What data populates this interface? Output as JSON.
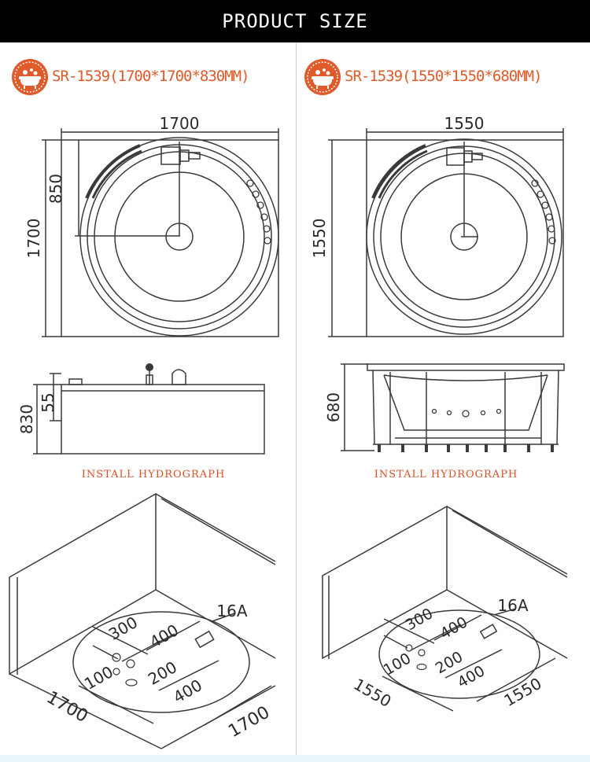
{
  "header": {
    "title": "PRODUCT SIZE"
  },
  "models": [
    {
      "title": "SR-1539(1700*1700*830MM)",
      "plan": {
        "width": "1700",
        "half": "850",
        "depth": "1700"
      },
      "side": {
        "height": "830",
        "rim": "55"
      },
      "caption": "INSTALL HYDROGRAPH",
      "install": {
        "d300": "300",
        "d400a": "400",
        "d100": "100",
        "d200": "200",
        "d400b": "400",
        "power": "16A",
        "wall1": "1700",
        "wall2": "1700"
      }
    },
    {
      "title": "SR-1539(1550*1550*680MM)",
      "plan": {
        "width": "1550",
        "depth": "1550"
      },
      "side": {
        "height": "680"
      },
      "caption": "INSTALL HYDROGRAPH",
      "install": {
        "d300": "300",
        "d400a": "400",
        "d100": "100",
        "d200": "200",
        "d400b": "400",
        "power": "16A",
        "wall1": "1550",
        "wall2": "1550"
      }
    }
  ],
  "colors": {
    "accent": "#e05a2a",
    "line": "#3a3a3a",
    "header_bg": "#000000",
    "divider": "#cfcfcf"
  },
  "icons": {
    "logo": "bathtub-logo-icon"
  }
}
